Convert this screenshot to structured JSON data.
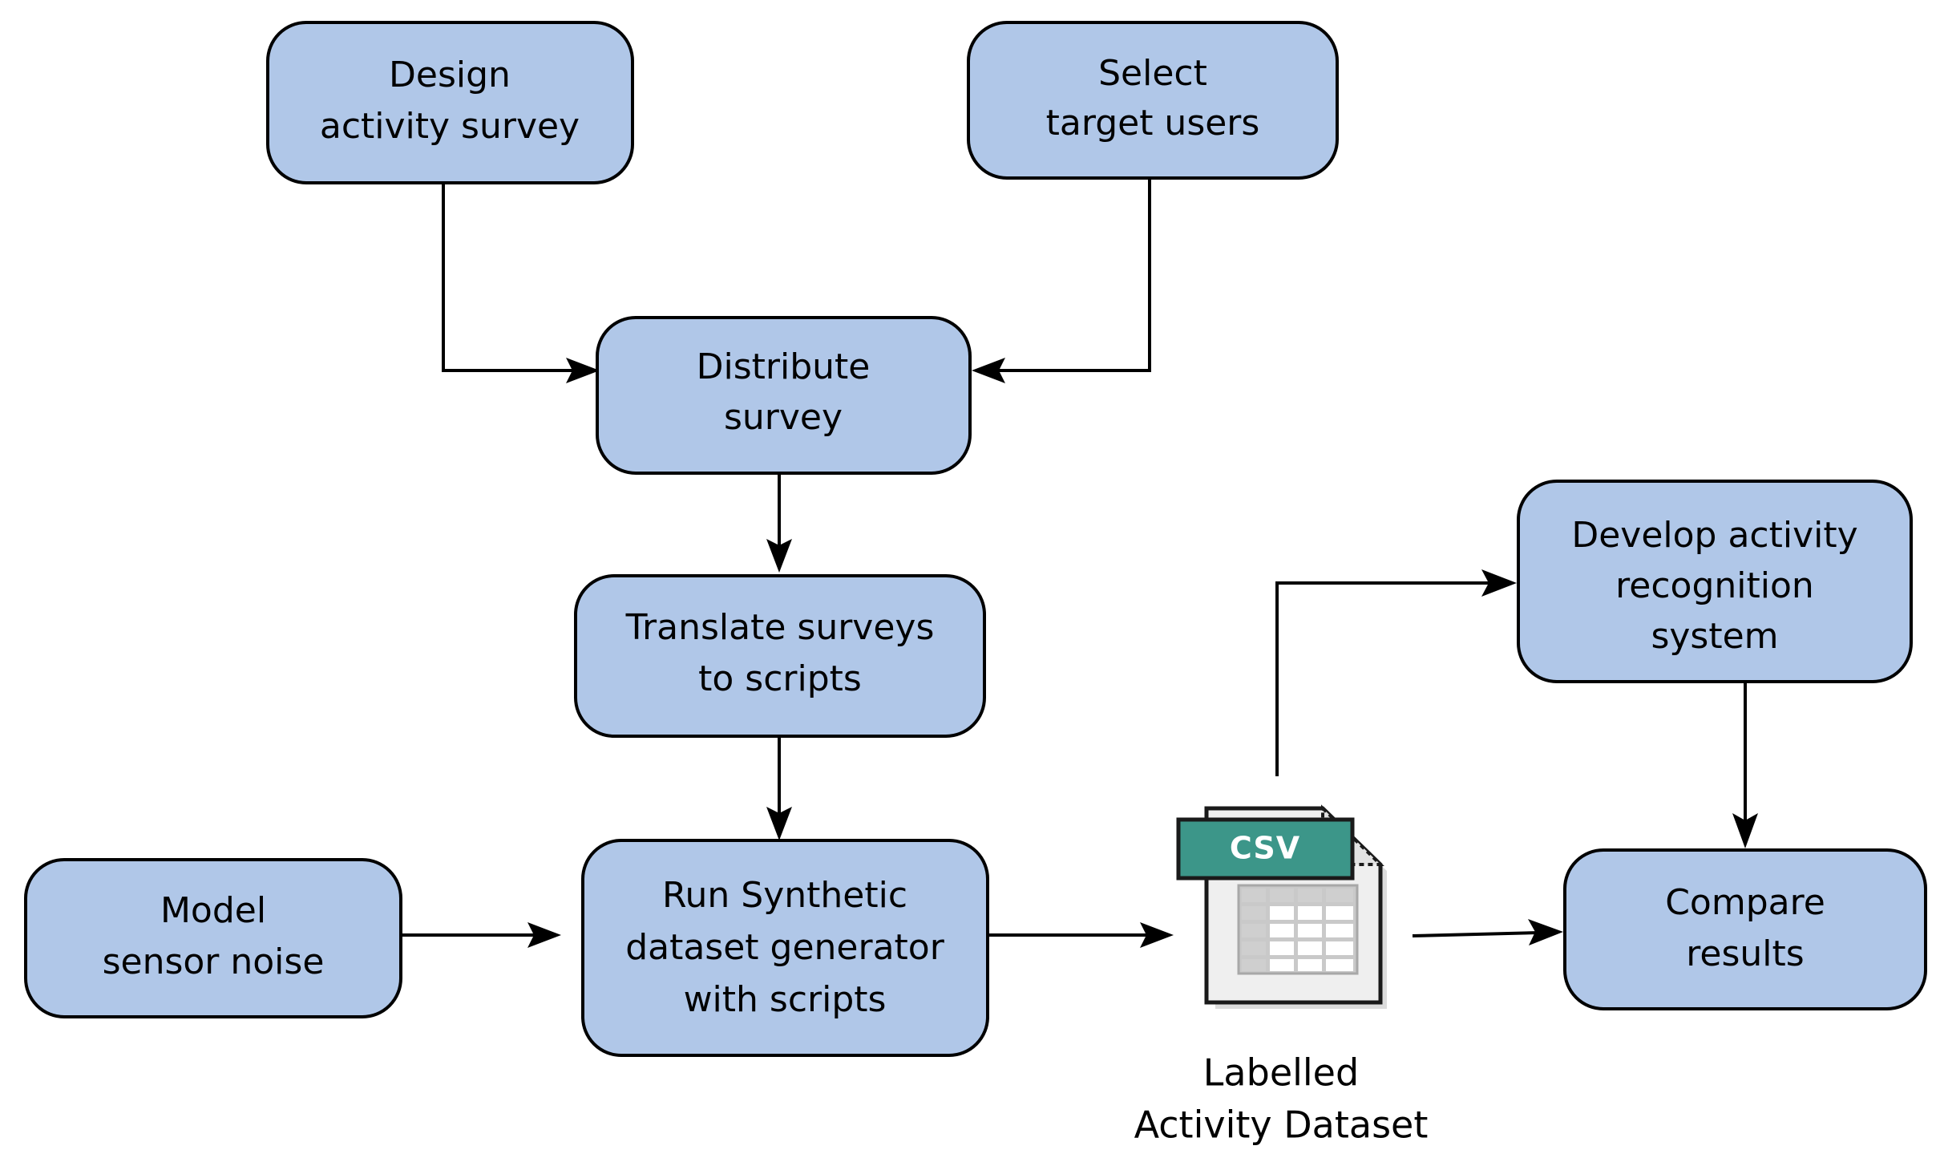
{
  "diagram": {
    "type": "flowchart",
    "title": "",
    "background_color": "#ffffff",
    "node_fill_color": "#b0c7e8",
    "node_stroke_color": "#000000",
    "edge_color": "#000000",
    "csv_banner_color": "#3c9689",
    "nodes": [
      {
        "id": "design_activity_survey",
        "label_line1": "Design",
        "label_line2": "activity survey"
      },
      {
        "id": "select_target_users",
        "label_line1": "Select",
        "label_line2": "target users"
      },
      {
        "id": "distribute_survey",
        "label_line1": "Distribute",
        "label_line2": "survey"
      },
      {
        "id": "translate_surveys_to_scripts",
        "label_line1": "Translate surveys",
        "label_line2": "to scripts"
      },
      {
        "id": "model_sensor_noise",
        "label_line1": "Model",
        "label_line2": "sensor noise"
      },
      {
        "id": "run_synthetic_dataset_generator",
        "label_line1": "Run Synthetic",
        "label_line2": "dataset generator",
        "label_line3": "with scripts"
      },
      {
        "id": "develop_activity_recognition_system",
        "label_line1": "Develop activity",
        "label_line2": "recognition",
        "label_line3": "system"
      },
      {
        "id": "compare_results",
        "label_line1": "Compare",
        "label_line2": "results"
      }
    ],
    "artifacts": [
      {
        "id": "labelled_activity_dataset",
        "icon": "csv-file-icon",
        "badge_text": "CSV",
        "caption_line1": "Labelled",
        "caption_line2": "Activity Dataset"
      }
    ],
    "edges": [
      {
        "from": "design_activity_survey",
        "to": "distribute_survey"
      },
      {
        "from": "select_target_users",
        "to": "distribute_survey"
      },
      {
        "from": "distribute_survey",
        "to": "translate_surveys_to_scripts"
      },
      {
        "from": "translate_surveys_to_scripts",
        "to": "run_synthetic_dataset_generator"
      },
      {
        "from": "model_sensor_noise",
        "to": "run_synthetic_dataset_generator"
      },
      {
        "from": "run_synthetic_dataset_generator",
        "to": "labelled_activity_dataset"
      },
      {
        "from": "labelled_activity_dataset",
        "to": "develop_activity_recognition_system"
      },
      {
        "from": "labelled_activity_dataset",
        "to": "compare_results"
      },
      {
        "from": "develop_activity_recognition_system",
        "to": "compare_results"
      }
    ]
  }
}
